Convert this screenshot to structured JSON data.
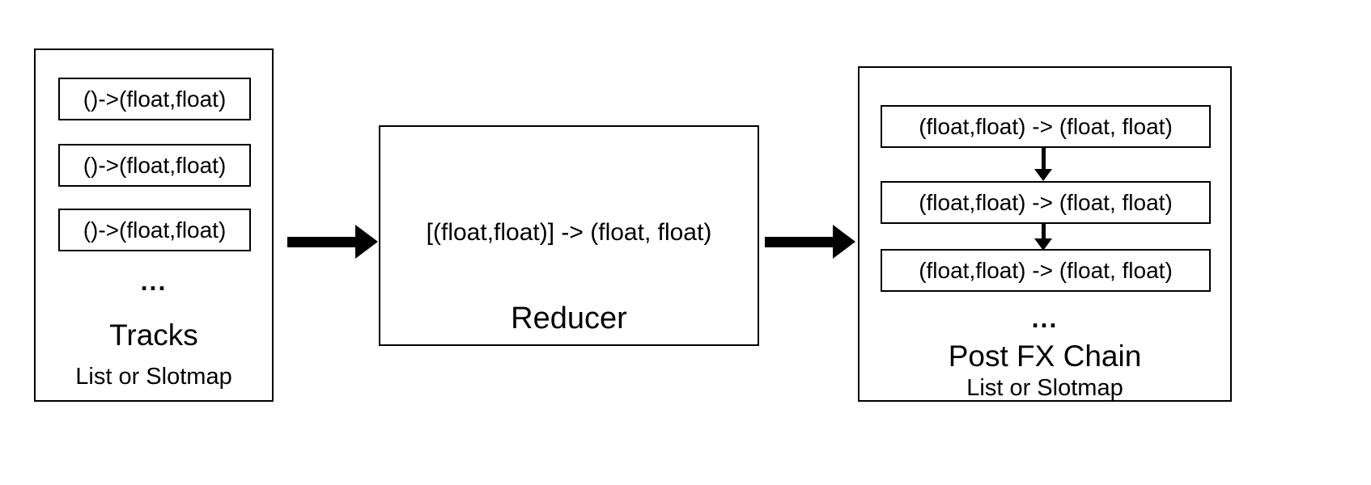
{
  "colors": {
    "line": "#000000",
    "background": "#ffffff"
  },
  "tracks": {
    "items": [
      "()->(float,float)",
      "()->(float,float)",
      "()->(float,float)"
    ],
    "ellipsis": "...",
    "title": "Tracks",
    "subtitle": "List or Slotmap"
  },
  "reducer": {
    "signature": "[(float,float)] -> (float, float)",
    "title": "Reducer"
  },
  "postfx": {
    "items": [
      "(float,float) -> (float, float)",
      "(float,float) -> (float, float)",
      "(float,float) -> (float, float)"
    ],
    "ellipsis": "...",
    "title": "Post FX Chain",
    "subtitle": "List or Slotmap"
  }
}
